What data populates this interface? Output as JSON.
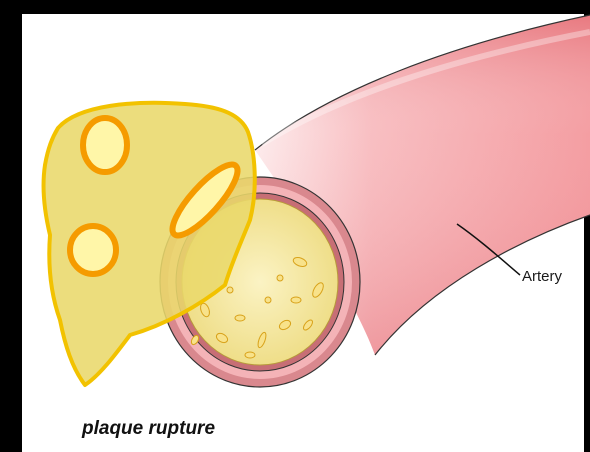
{
  "diagram": {
    "labels": {
      "artery": "Artery",
      "caption": "plaque rupture"
    },
    "colors": {
      "background": "#000000",
      "panel": "#ffffff",
      "artery_pink": "#f28d92",
      "artery_pink_light": "#fbd6d8",
      "plaque_yellow": "#e8d66a",
      "plaque_outline": "#f2c200",
      "fat_globule_fill": "#fff6a8",
      "fat_globule_ring": "#f59b00"
    },
    "icons": [
      "artery-vessel",
      "artery-lumen",
      "ruptured-plaque-fragment",
      "fat-globule"
    ]
  }
}
